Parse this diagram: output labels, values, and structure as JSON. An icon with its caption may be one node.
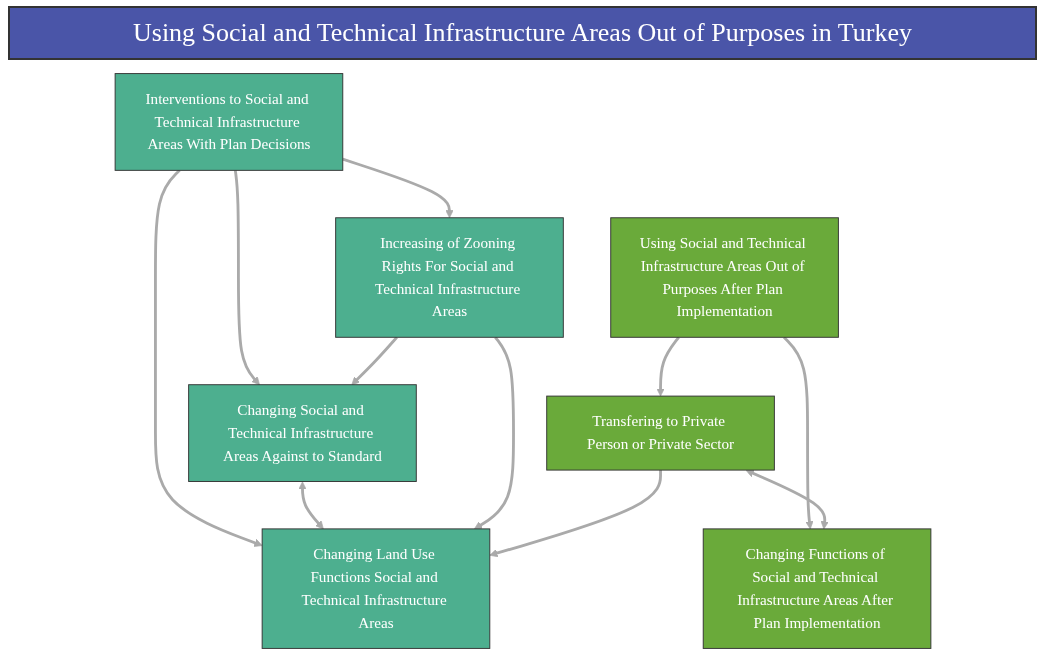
{
  "diagram": {
    "title": "Using Social and Technical Infrastructure Areas Out of Purposes in Turkey",
    "nodes": [
      {
        "text": [
          "Interventions to Social and Technical Infrastructure Areas With Plan Decisions"
        ]
      },
      {
        "text": [
          "Using Social and Technical Infrastructure Areas Out of Purposes After Plan Implementation"
        ]
      },
      {
        "text": [
          "Changing Social and Technical Infrastructure Areas Against to Standard"
        ]
      },
      {
        "text": [
          "Changing Land Use Functions Social and Technical Infrastructure Areas"
        ]
      },
      {
        "text": [
          "Increasing of Zooning Rights For Social and Technical Infrastructure Areas"
        ]
      },
      {
        "text": [
          "Transfering to Private Person or Private Sector"
        ]
      },
      {
        "text": [
          "Changing Functions of Social and Technical Infrastructure Areas After Plan Implementation"
        ]
      }
    ],
    "edges": [
      {
        "from": 0,
        "to": 2,
        "arrow": "to"
      },
      {
        "from": 0,
        "to": 3,
        "arrow": "to"
      },
      {
        "from": 0,
        "to": 4,
        "arrow": "to"
      },
      {
        "from": 1,
        "to": 5,
        "arrow": "to"
      },
      {
        "from": 1,
        "to": 6,
        "arrow": "to"
      },
      {
        "from": 2,
        "to": 3,
        "arrow": "both"
      },
      {
        "from": 4,
        "to": 3,
        "arrow": "to"
      },
      {
        "from": 4,
        "to": 2,
        "arrow": "to"
      },
      {
        "from": 5,
        "to": 6,
        "arrow": "both"
      },
      {
        "from": 5,
        "to": 3,
        "arrow": "to"
      }
    ]
  }
}
